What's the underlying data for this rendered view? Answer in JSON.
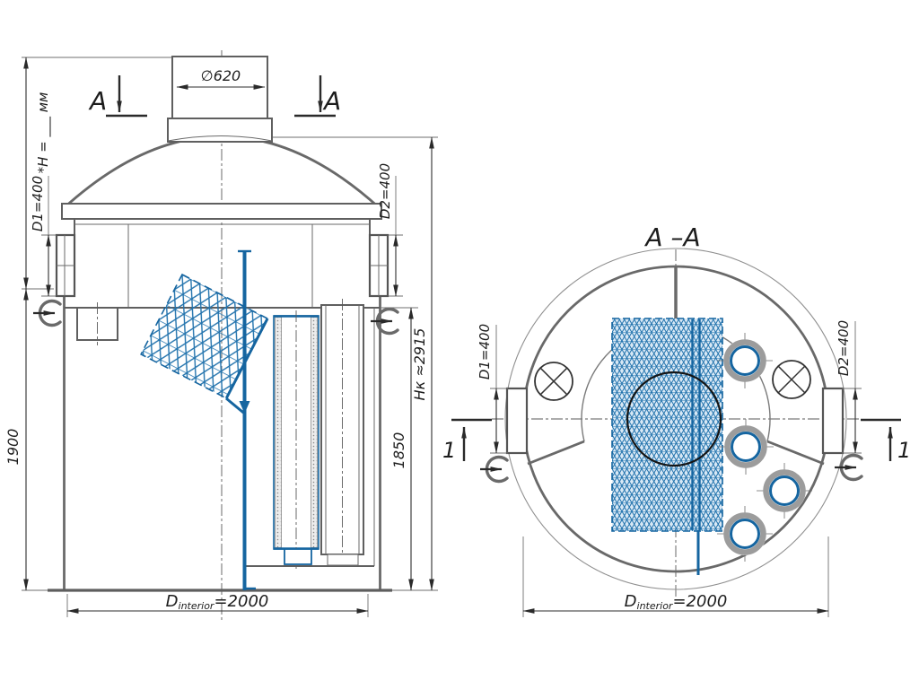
{
  "colors": {
    "blue": "#1565a0",
    "line_gray": "#5a5a5a",
    "text": "#1d1d1d"
  },
  "front_view": {
    "height_note": "*H = ___ мм",
    "neck_diameter": "∅620",
    "inlet_label": "D1=400",
    "outlet_label": "D2=400",
    "total_height": "Hк ≈2915",
    "inner_height": "1850",
    "left_height": "1900",
    "section_letter": "A",
    "interior_diameter": {
      "prefix": "D",
      "sub": "interior",
      "value": "=2000"
    }
  },
  "section_view": {
    "title": "A –A",
    "inlet_label": "D1=400",
    "outlet_label": "D2=400",
    "detail_number": "1",
    "interior_diameter": {
      "prefix": "D",
      "sub": "interior",
      "value": "=2000"
    }
  }
}
